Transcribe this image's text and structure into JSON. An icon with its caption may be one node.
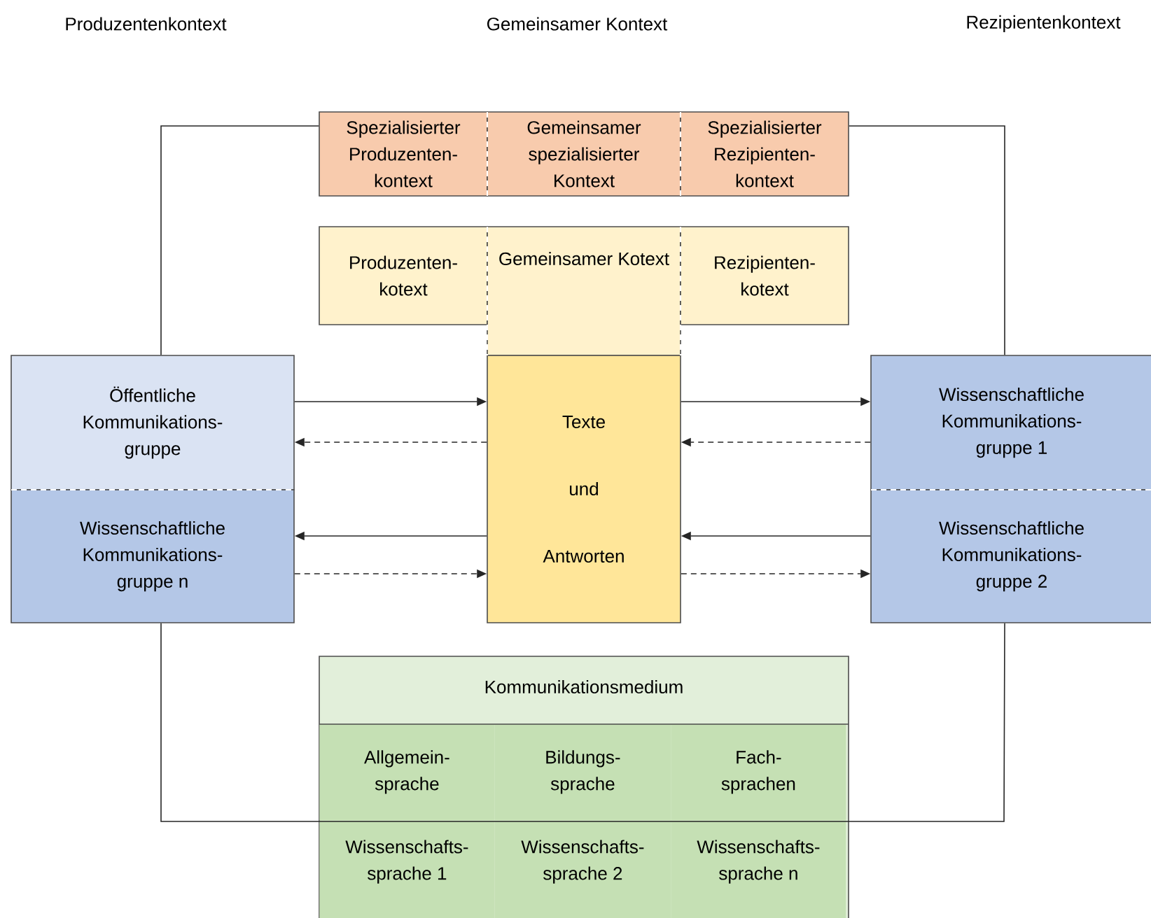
{
  "diagram": {
    "nodes": [
      {
        "text": [
          "Spezialisierter Produzenten- kontext"
        ]
      },
      {
        "text": [
          "Gemeinsamer spezialisierter Kontext"
        ]
      },
      {
        "text": [
          "Spezialisierter Rezipienten- kontext"
        ]
      },
      {
        "text": [
          "Produzenten- kotext"
        ]
      },
      {
        "text": [
          "Gemeinsamer Kotext"
        ]
      },
      {
        "text": [
          "Rezipienten- kotext"
        ]
      },
      {
        "text": [
          "Texte und Antworten"
        ]
      },
      {
        "text": [
          "Öffentliche Kommunikations- gruppe"
        ]
      },
      {
        "text": [
          "Wissenschaftliche Kommunikations- gruppe n"
        ]
      },
      {
        "text": [
          "Wissenschaftliche Kommunikations- gruppe 1"
        ]
      },
      {
        "text": [
          "Wissenschaftliche Kommunikations- gruppe 2"
        ]
      },
      {
        "text": [
          "Kommunikationsmedium"
        ]
      },
      {
        "text": [
          "Allgemein- sprache"
        ],
        "in": 11
      },
      {
        "text": [
          "Bildungs- sprache"
        ],
        "in": 11
      },
      {
        "text": [
          "Fach- sprachen"
        ],
        "in": 11
      },
      {
        "text": [
          "Wissenschafts- sprache 1"
        ],
        "in": 11
      },
      {
        "text": [
          "Wissenschafts- sprache 2"
        ],
        "in": 11
      },
      {
        "text": [
          "Wissenschafts- sprache n"
        ],
        "in": 11
      }
    ],
    "edges": [
      {
        "from": 7,
        "to": 0,
        "arrow": "none"
      },
      {
        "from": 2,
        "to": 9,
        "arrow": "none"
      },
      {
        "from": 8,
        "to": 10,
        "arrow": "none"
      },
      {
        "from": 7,
        "to": 6,
        "arrow": "to"
      },
      {
        "from": 6,
        "to": 7,
        "arrow": "to",
        "style": "dashed"
      },
      {
        "from": 6,
        "to": 8,
        "arrow": "to"
      },
      {
        "from": 8,
        "to": 6,
        "arrow": "to",
        "style": "dashed"
      },
      {
        "from": 6,
        "to": 9,
        "arrow": "to"
      },
      {
        "from": 9,
        "to": 6,
        "arrow": "to",
        "style": "dashed"
      },
      {
        "from": 10,
        "to": 6,
        "arrow": "to"
      },
      {
        "from": 6,
        "to": 10,
        "arrow": "to",
        "style": "dashed"
      }
    ],
    "labels": [
      "Produzentenkontext",
      "Gemeinsamer Kontext",
      "Rezipientenkontext"
    ]
  }
}
